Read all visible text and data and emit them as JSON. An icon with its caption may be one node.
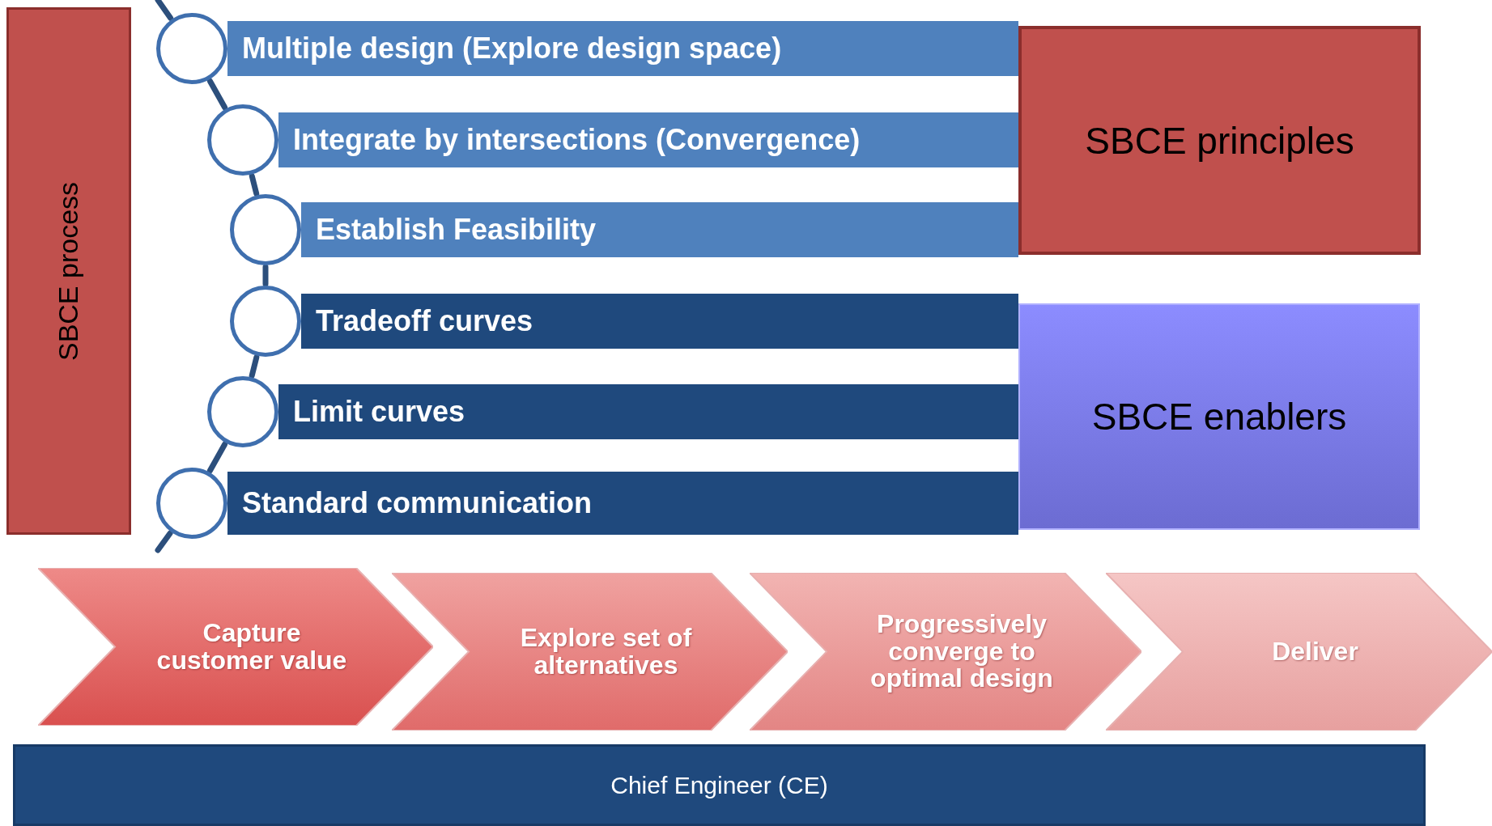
{
  "diagram": {
    "nodes": [
      {
        "text": [
          "SBCE process"
        ]
      },
      {
        "text": [],
        "shape": "circle"
      },
      {
        "text": [],
        "shape": "circle"
      },
      {
        "text": [],
        "shape": "circle"
      },
      {
        "text": [],
        "shape": "circle"
      },
      {
        "text": [],
        "shape": "circle"
      },
      {
        "text": [],
        "shape": "circle"
      },
      {
        "text": [
          "Multiple design (Explore design space)"
        ]
      },
      {
        "text": [
          "Integrate by intersections  (Convergence)"
        ]
      },
      {
        "text": [
          "Establish Feasibility"
        ]
      },
      {
        "text": [
          "Tradeoff curves"
        ]
      },
      {
        "text": [
          "Limit curves"
        ]
      },
      {
        "text": [
          "Standard communication"
        ]
      },
      {
        "text": [
          "SBCE principles"
        ]
      },
      {
        "text": [
          "SBCE enablers"
        ]
      },
      {
        "text": [
          "Capture customer value"
        ]
      },
      {
        "text": [
          "Explore set of alternatives"
        ]
      },
      {
        "text": [
          "Progressively converge to optimal design"
        ]
      },
      {
        "text": [
          "Deliver"
        ]
      },
      {
        "text": [
          "Chief Engineer (CE)"
        ]
      }
    ],
    "edges": [
      {
        "from": null,
        "to": 1,
        "arrow": "none"
      },
      {
        "from": 1,
        "to": 2,
        "arrow": "none"
      },
      {
        "from": 2,
        "to": 3,
        "arrow": "none"
      },
      {
        "from": 3,
        "to": 4,
        "arrow": "none"
      },
      {
        "from": 4,
        "to": 5,
        "arrow": "none"
      },
      {
        "from": 5,
        "to": 6,
        "arrow": "none"
      },
      {
        "from": 6,
        "to": null,
        "arrow": "none"
      }
    ]
  }
}
